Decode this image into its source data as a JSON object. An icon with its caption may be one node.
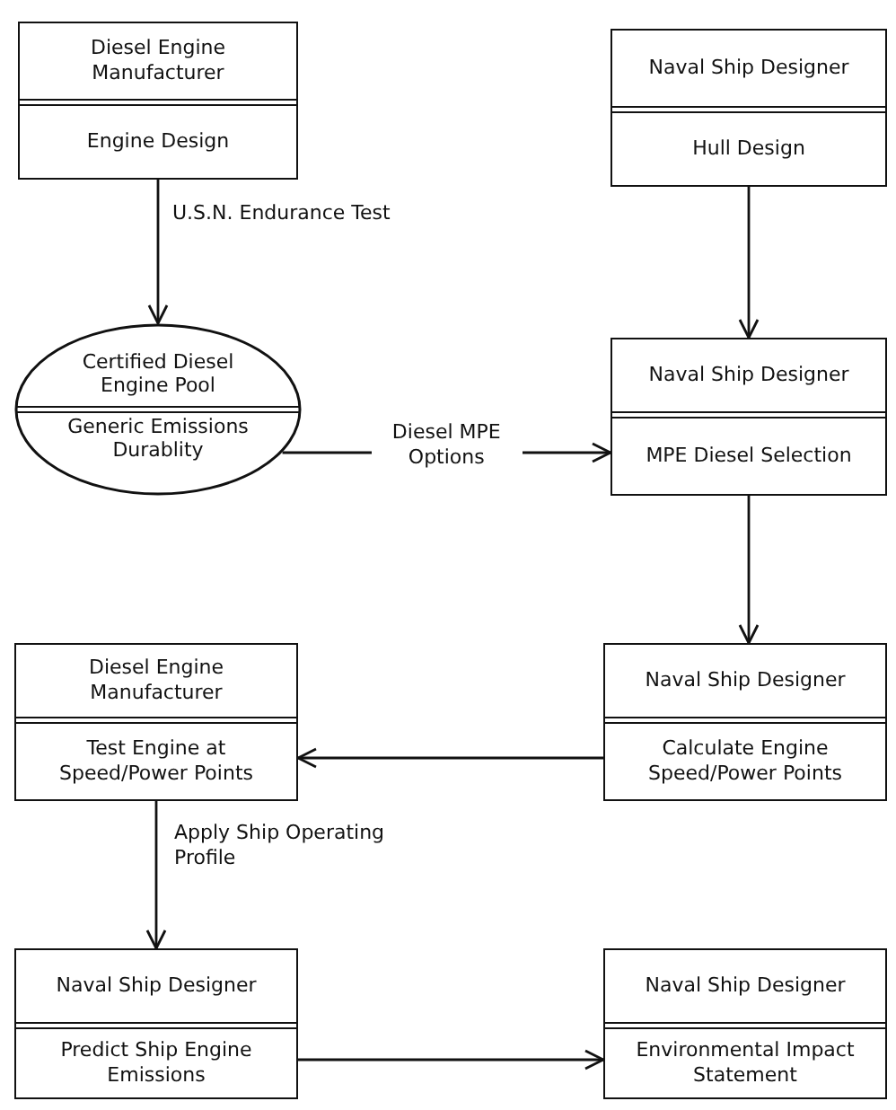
{
  "diagram": {
    "nodes": [
      {
        "text": [
          "Diesel Engine Manufacturer",
          "Engine Design"
        ]
      },
      {
        "text": [
          "Naval Ship Designer",
          "Hull Design"
        ]
      },
      {
        "text": [
          "Certified Diesel Engine Pool",
          "Generic Emissions Durablity"
        ]
      },
      {
        "text": [
          "Naval Ship Designer",
          "MPE Diesel Selection"
        ]
      },
      {
        "text": [
          "Diesel Engine Manufacturer",
          "Test Engine at Speed/Power Points"
        ]
      },
      {
        "text": [
          "Naval Ship Designer",
          "Calculate Engine Speed/Power Points"
        ]
      },
      {
        "text": [
          "Naval Ship Designer",
          "Predict Ship Engine Emissions"
        ]
      },
      {
        "text": [
          "Naval Ship Designer",
          "Environmental Impact Statement"
        ]
      }
    ],
    "edges": [
      {
        "from": 0,
        "to": 2,
        "arrow": "to",
        "label": "U.S.N. Endurance Test"
      },
      {
        "from": 1,
        "to": 3,
        "arrow": "to"
      },
      {
        "from": 2,
        "to": 3,
        "arrow": "to",
        "label": "Diesel MPE Options"
      },
      {
        "from": 3,
        "to": 5,
        "arrow": "to"
      },
      {
        "from": 5,
        "to": 4,
        "arrow": "to"
      },
      {
        "from": 4,
        "to": 6,
        "arrow": "to",
        "label": "Apply Ship Operating Profile"
      },
      {
        "from": 6,
        "to": 7,
        "arrow": "to"
      }
    ]
  }
}
